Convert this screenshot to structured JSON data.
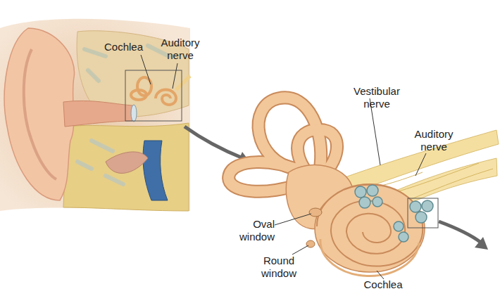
{
  "diagram": {
    "labels": [
      "Cochlea",
      "Auditory nerve",
      "Vestibular nerve",
      "Auditory nerve",
      "Oval window",
      "Round window",
      "Cochlea"
    ]
  }
}
